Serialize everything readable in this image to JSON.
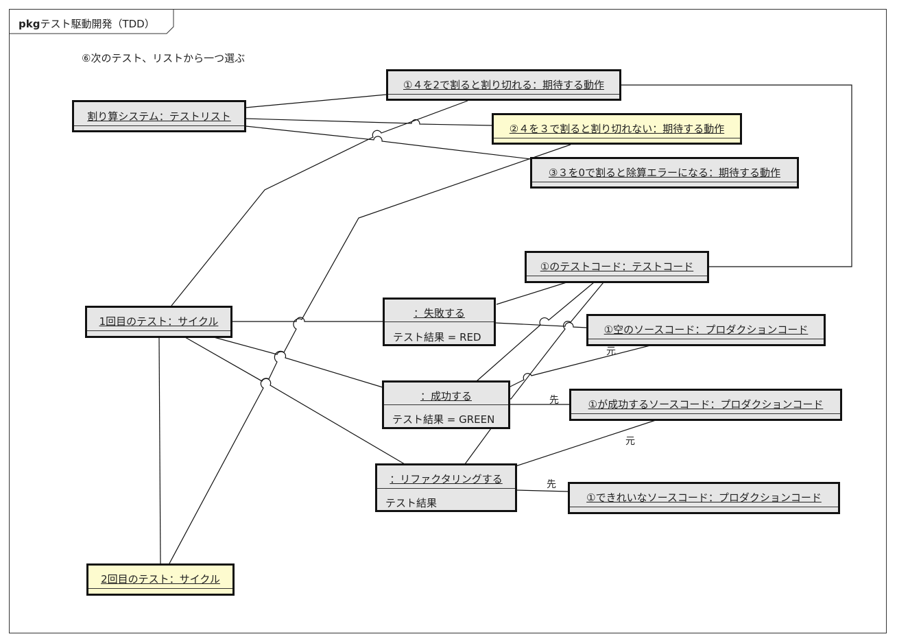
{
  "frame": {
    "keyword": "pkg",
    "title": "テスト駆動開発（TDD）"
  },
  "note": "⑥次のテスト、リストから一つ選ぶ",
  "objects": {
    "test_list": {
      "name": "割り算システム：テストリスト"
    },
    "expect1": {
      "name": "①４を2で割ると割り切れる：期待する動作"
    },
    "expect2": {
      "name": "②４を３で割ると割り切れない：期待する動作"
    },
    "expect3": {
      "name": "③３を0で割ると除算エラーになる：期待する動作"
    },
    "test_code": {
      "name": "①のテストコード：テストコード"
    },
    "cycle1": {
      "name": "1回目のテスト：サイクル"
    },
    "fail": {
      "name": "：失敗する",
      "attr": "テスト結果 = RED"
    },
    "empty_src": {
      "name": "①空のソースコード：プロダクションコード"
    },
    "success": {
      "name": "：成功する",
      "attr": "テスト結果 = GREEN"
    },
    "success_src": {
      "name": "①が成功するソースコード：プロダクションコード"
    },
    "refactor": {
      "name": "：リファクタリングする",
      "attr": "テスト結果"
    },
    "dirty_src": {
      "name": "①できれいなソースコード：プロダクションコード"
    },
    "cycle2": {
      "name": "2回目のテスト：サイクル"
    }
  },
  "labels": {
    "origin1": "元",
    "dest1": "先",
    "origin2": "元",
    "dest2": "先"
  }
}
